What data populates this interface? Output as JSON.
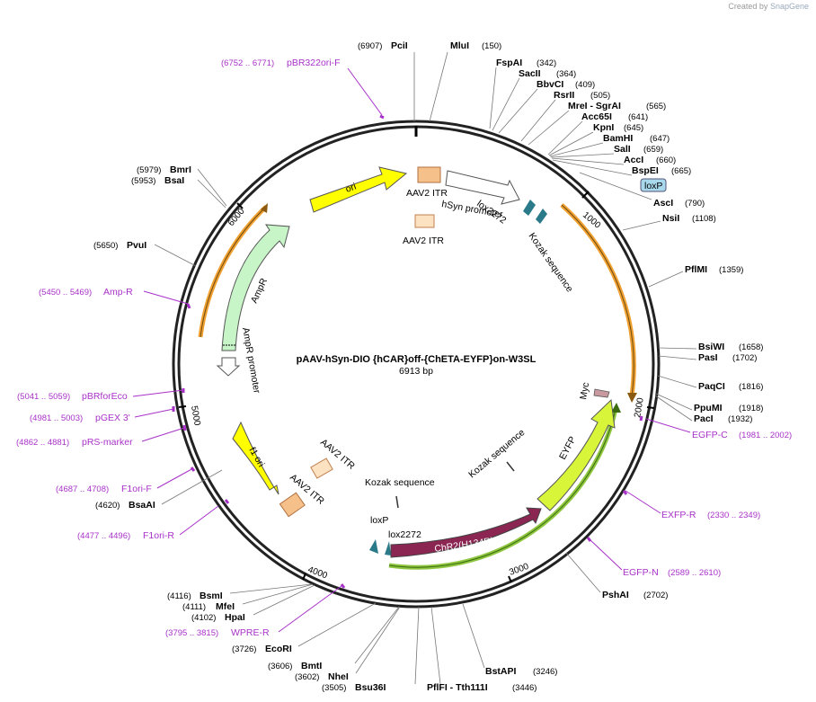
{
  "credit": {
    "text": "Created by",
    "brand": "SnapGene"
  },
  "title": "pAAV-hSyn-DIO {hCAR}off-{ChETA-EYFP}on-W3SL",
  "length": "6913 bp",
  "ticks": [
    "1000",
    "2000",
    "3000",
    "4000",
    "5000",
    "6000"
  ],
  "enzymes": [
    {
      "name": "PciI",
      "pos": "(6907)"
    },
    {
      "name": "MluI",
      "pos": "(150)"
    },
    {
      "name": "FspAI",
      "pos": "(342)"
    },
    {
      "name": "SacII",
      "pos": "(364)"
    },
    {
      "name": "BbvCI",
      "pos": "(409)"
    },
    {
      "name": "RsrII",
      "pos": "(505)"
    },
    {
      "name": "MreI - SgrAI",
      "pos": "(565)"
    },
    {
      "name": "Acc65I",
      "pos": "(641)"
    },
    {
      "name": "KpnI",
      "pos": "(645)"
    },
    {
      "name": "BamHI",
      "pos": "(647)"
    },
    {
      "name": "SalI",
      "pos": "(659)"
    },
    {
      "name": "AccI",
      "pos": "(660)"
    },
    {
      "name": "BspEI",
      "pos": "(665)"
    },
    {
      "name": "AscI",
      "pos": "(790)"
    },
    {
      "name": "NsiI",
      "pos": "(1108)"
    },
    {
      "name": "PflMI",
      "pos": "(1359)"
    },
    {
      "name": "BsiWI",
      "pos": "(1658)"
    },
    {
      "name": "PasI",
      "pos": "(1702)"
    },
    {
      "name": "PaqCI",
      "pos": "(1816)"
    },
    {
      "name": "PpuMI",
      "pos": "(1918)"
    },
    {
      "name": "PacI",
      "pos": "(1932)"
    },
    {
      "name": "PshAI",
      "pos": "(2702)"
    },
    {
      "name": "BstAPI",
      "pos": "(3246)"
    },
    {
      "name": "PflFI - Tth111I",
      "pos": "(3446)"
    },
    {
      "name": "Bsu36I",
      "pos": "(3505)"
    },
    {
      "name": "NheI",
      "pos": "(3602)"
    },
    {
      "name": "BmtI",
      "pos": "(3606)"
    },
    {
      "name": "EcoRI",
      "pos": "(3726)"
    },
    {
      "name": "HpaI",
      "pos": "(4102)"
    },
    {
      "name": "MfeI",
      "pos": "(4111)"
    },
    {
      "name": "BsmI",
      "pos": "(4116)"
    },
    {
      "name": "BsaAI",
      "pos": "(4620)"
    },
    {
      "name": "PvuI",
      "pos": "(5650)"
    },
    {
      "name": "BsaI",
      "pos": "(5953)"
    },
    {
      "name": "BmrI",
      "pos": "(5979)"
    }
  ],
  "primers": [
    {
      "name": "pBR322ori-F",
      "pos": "(6752 .. 6771)"
    },
    {
      "name": "Amp-R",
      "pos": "(5450 .. 5469)"
    },
    {
      "name": "pBRforEco",
      "pos": "(5041 .. 5059)"
    },
    {
      "name": "pGEX 3'",
      "pos": "(4981 .. 5003)"
    },
    {
      "name": "pRS-marker",
      "pos": "(4862 .. 4881)"
    },
    {
      "name": "F1ori-F",
      "pos": "(4687 .. 4708)"
    },
    {
      "name": "F1ori-R",
      "pos": "(4477 .. 4496)"
    },
    {
      "name": "WPRE-R",
      "pos": "(3795 .. 3815)"
    },
    {
      "name": "EGFP-C",
      "pos": "(1981 .. 2002)"
    },
    {
      "name": "EXFP-R",
      "pos": "(2330 .. 2349)"
    },
    {
      "name": "EGFP-N",
      "pos": "(2589 .. 2610)"
    }
  ],
  "features": {
    "ori": "ori",
    "aav_itr": "AAV2 ITR",
    "hsyn": "hSyn promoter",
    "lox2272": "lox2272",
    "loxp": "loxP",
    "kozak": "Kozak sequence",
    "ampr": "AmpR",
    "ampr_promoter": "AmpR promoter",
    "f1ori": "f1 ori",
    "chr2": "ChR2(H134R)",
    "eyfp": "EYFP",
    "myc": "Myc"
  },
  "colors": {
    "backbone": "#222222",
    "ori": "#ffff00",
    "itr": "#f5c08a",
    "ampr": "#c8f5c8",
    "chr2": "#8b2552",
    "eyfp": "#d8f53a",
    "orange_arc": "#f0a030",
    "green_arc": "#8ec63f",
    "primer": "#a832c8",
    "teal": "#2a7a8a"
  }
}
